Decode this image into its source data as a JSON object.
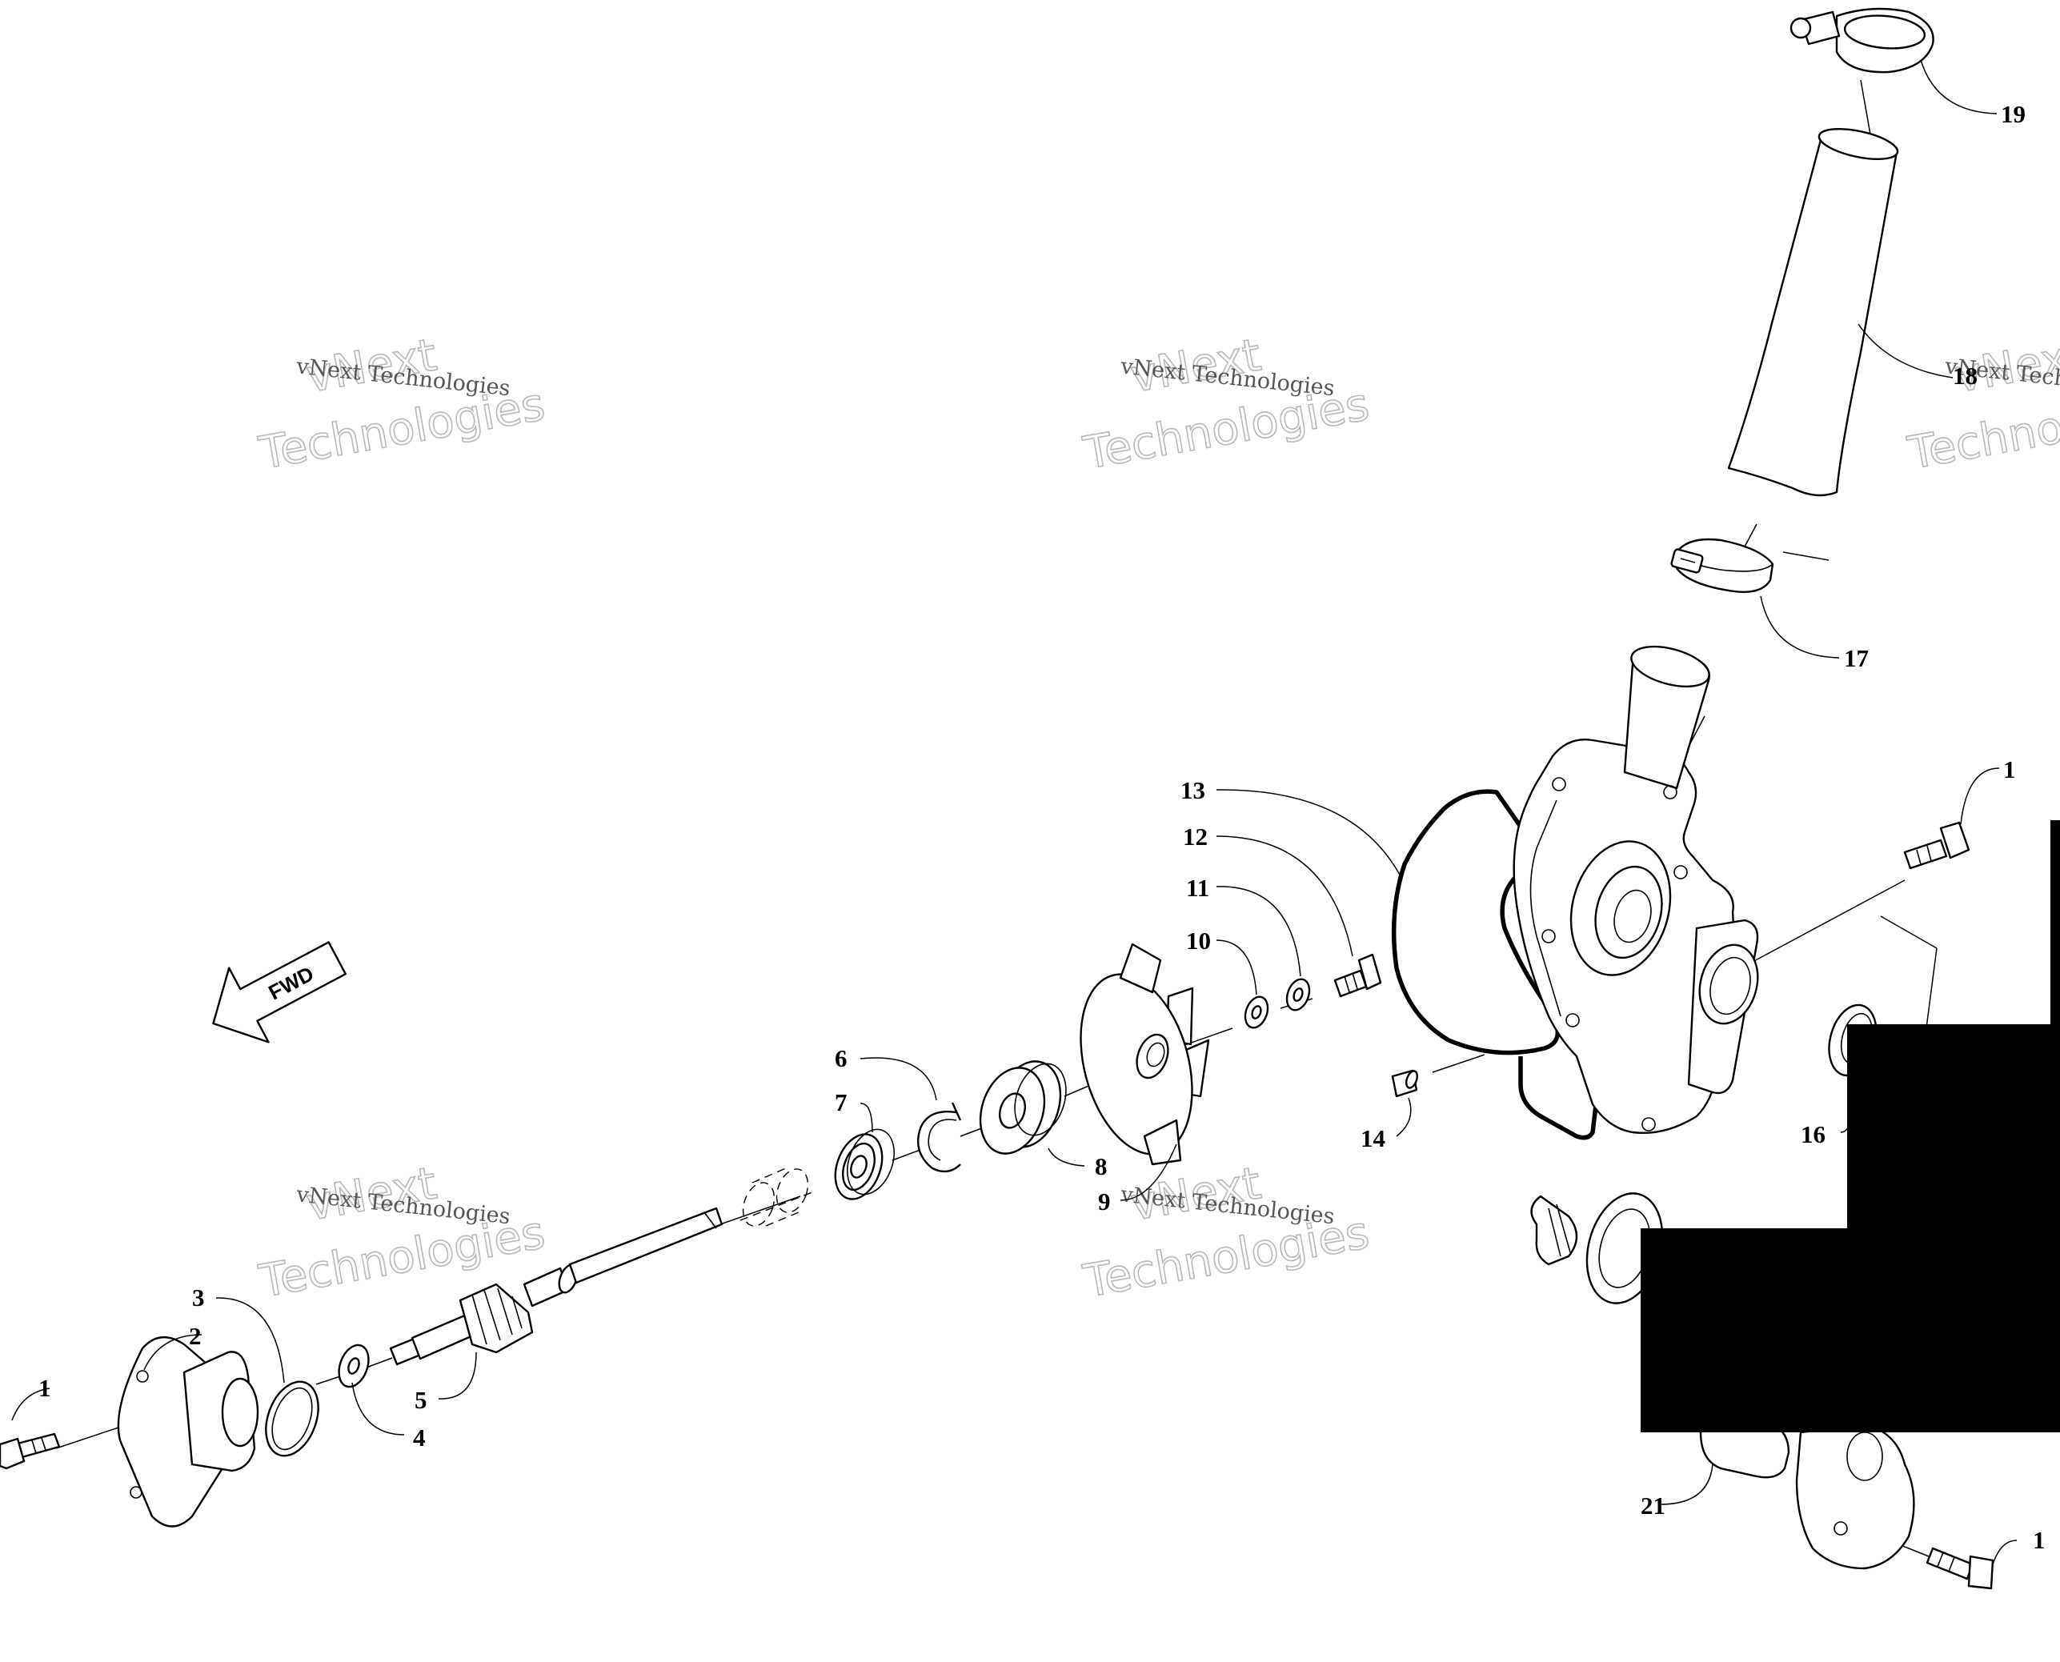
{
  "diagram": {
    "callouts": [
      {
        "id": "c1a",
        "text": "1"
      },
      {
        "id": "c2",
        "text": "2"
      },
      {
        "id": "c3",
        "text": "3"
      },
      {
        "id": "c4",
        "text": "4"
      },
      {
        "id": "c5",
        "text": "5"
      },
      {
        "id": "c6",
        "text": "6"
      },
      {
        "id": "c7",
        "text": "7"
      },
      {
        "id": "c8",
        "text": "8"
      },
      {
        "id": "c9",
        "text": "9"
      },
      {
        "id": "c10",
        "text": "10"
      },
      {
        "id": "c11",
        "text": "11"
      },
      {
        "id": "c12",
        "text": "12"
      },
      {
        "id": "c13",
        "text": "13"
      },
      {
        "id": "c14",
        "text": "14"
      },
      {
        "id": "c16",
        "text": "16"
      },
      {
        "id": "c17",
        "text": "17"
      },
      {
        "id": "c18",
        "text": "18"
      },
      {
        "id": "c19",
        "text": "19"
      },
      {
        "id": "c1b",
        "text": "1"
      },
      {
        "id": "c1c",
        "text": "1"
      },
      {
        "id": "c21",
        "text": "21"
      }
    ],
    "direction_arrow": "FWD",
    "watermark": {
      "line1": "vNext Technologies",
      "line2a": "vNext",
      "line2b": "Technologies"
    },
    "colors": {
      "line": "#000000",
      "background": "#ffffff",
      "redaction": "#000000"
    }
  }
}
